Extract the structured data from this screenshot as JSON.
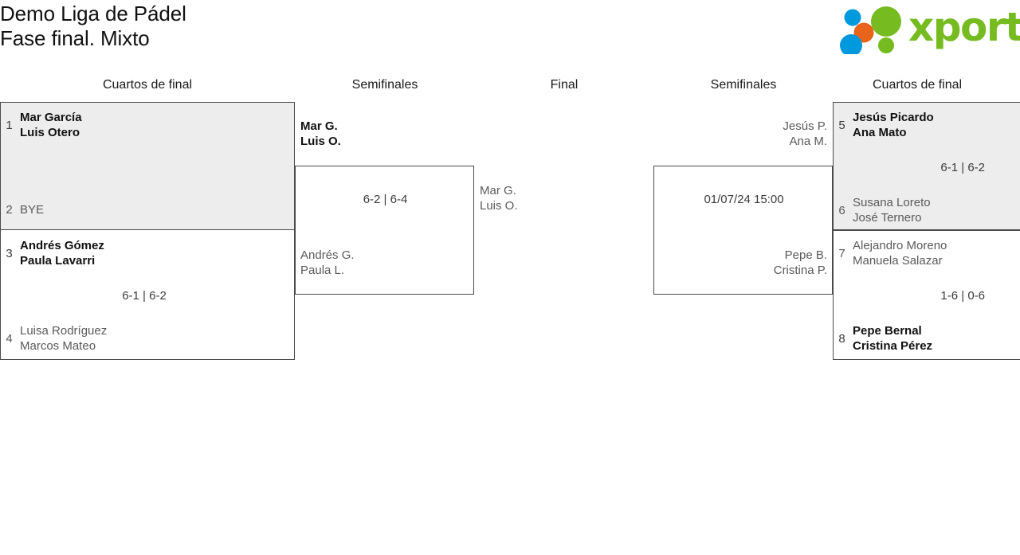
{
  "header": {
    "title_line1": "Demo Liga de Pádel",
    "title_line2": "Fase final. Mixto",
    "logo": {
      "wordmark": "xporty",
      "colors": {
        "green": "#76bc21",
        "blue": "#0099dd",
        "orange": "#e8641a"
      }
    }
  },
  "columns": [
    {
      "label": "Cuartos de final"
    },
    {
      "label": "Semifinales"
    },
    {
      "label": "Final"
    },
    {
      "label": "Semifinales"
    },
    {
      "label": "Cuartos de final"
    }
  ],
  "bracket": {
    "left_quarterfinals": [
      {
        "shaded": true,
        "top": {
          "seed": "1",
          "line1": "Mar García",
          "line2": "Luis Otero",
          "result": "winner"
        },
        "bottom": {
          "seed": "2",
          "line1": "BYE",
          "line2": "",
          "result": "loser"
        },
        "score": ""
      },
      {
        "shaded": false,
        "top": {
          "seed": "3",
          "line1": "Andrés Gómez",
          "line2": "Paula Lavarri",
          "result": "winner"
        },
        "bottom": {
          "seed": "4",
          "line1": "Luisa Rodríguez",
          "line2": "Marcos Mateo",
          "result": "loser"
        },
        "score": "6-1 | 6-2"
      }
    ],
    "left_semifinal": {
      "top": {
        "line1": "Mar G.",
        "line2": "Luis O.",
        "result": "winner"
      },
      "bottom": {
        "line1": "Andrés G.",
        "line2": "Paula L.",
        "result": "loser"
      },
      "score": "6-2 | 6-4"
    },
    "final": {
      "left_entrant": {
        "line1": "Mar G.",
        "line2": "Luis O."
      }
    },
    "right_semifinal": {
      "top": {
        "line1": "Jesús P.",
        "line2": "Ana M.",
        "result": "pending"
      },
      "bottom": {
        "line1": "Pepe B.",
        "line2": "Cristina P.",
        "result": "pending"
      },
      "score": "01/07/24 15:00"
    },
    "right_quarterfinals": [
      {
        "shaded": true,
        "top": {
          "seed": "5",
          "line1": "Jesús Picardo",
          "line2": "Ana Mato",
          "result": "winner"
        },
        "bottom": {
          "seed": "6",
          "line1": "Susana Loreto",
          "line2": "José Ternero",
          "result": "loser"
        },
        "score": "6-1 | 6-2"
      },
      {
        "shaded": false,
        "top": {
          "seed": "7",
          "line1": "Alejandro Moreno",
          "line2": "Manuela Salazar",
          "result": "loser"
        },
        "bottom": {
          "seed": "8",
          "line1": "Pepe Bernal",
          "line2": "Cristina Pérez",
          "result": "winner"
        },
        "score": "1-6 | 0-6"
      }
    ]
  }
}
